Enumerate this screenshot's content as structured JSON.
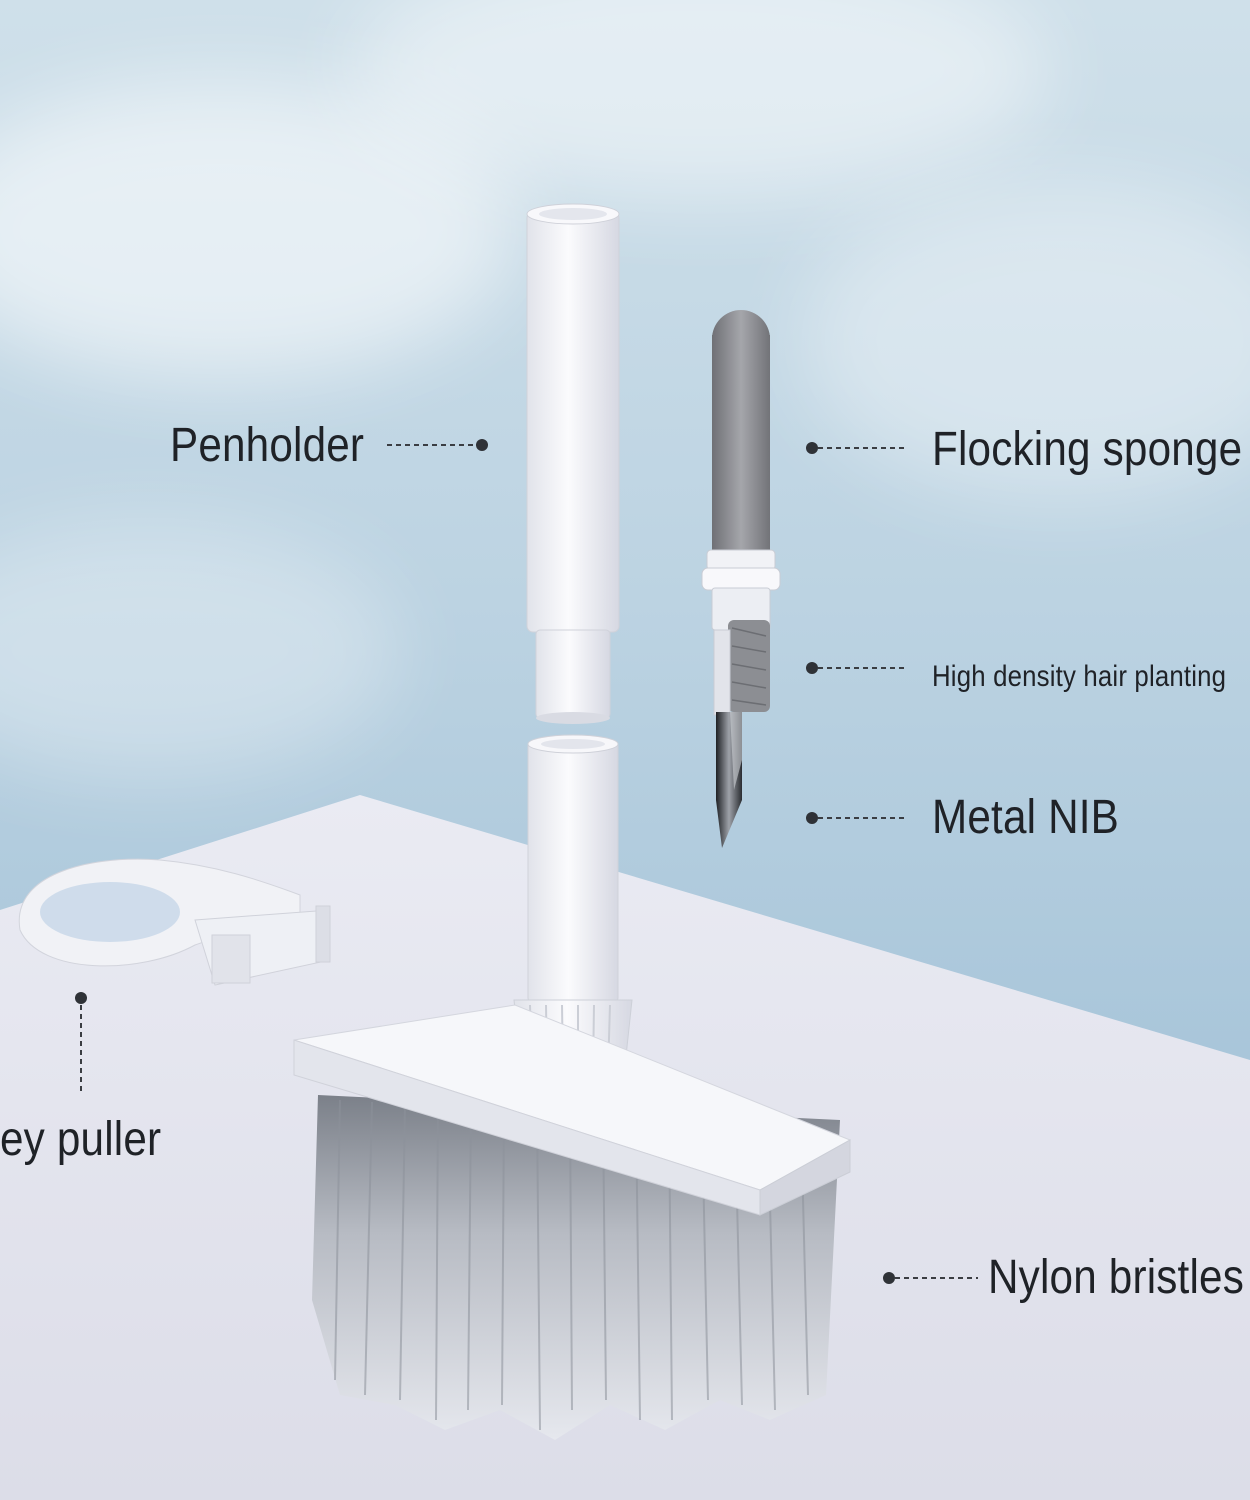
{
  "labels": {
    "penholder": "Penholder",
    "flocking_sponge": "Flocking sponge",
    "high_density": "High density hair planting",
    "metal_nib": "Metal NIB",
    "key_puller": "ey puller",
    "nylon_bristles": "Nylon bristles"
  },
  "colors": {
    "label_text": "#1f2227",
    "leader_line": "#3a3d42",
    "tool_white": "#f3f4f8",
    "bristle_gray": "#9fa4ad",
    "sponge_gray": "#8e8f94",
    "metal_dark": "#2b2e33"
  }
}
